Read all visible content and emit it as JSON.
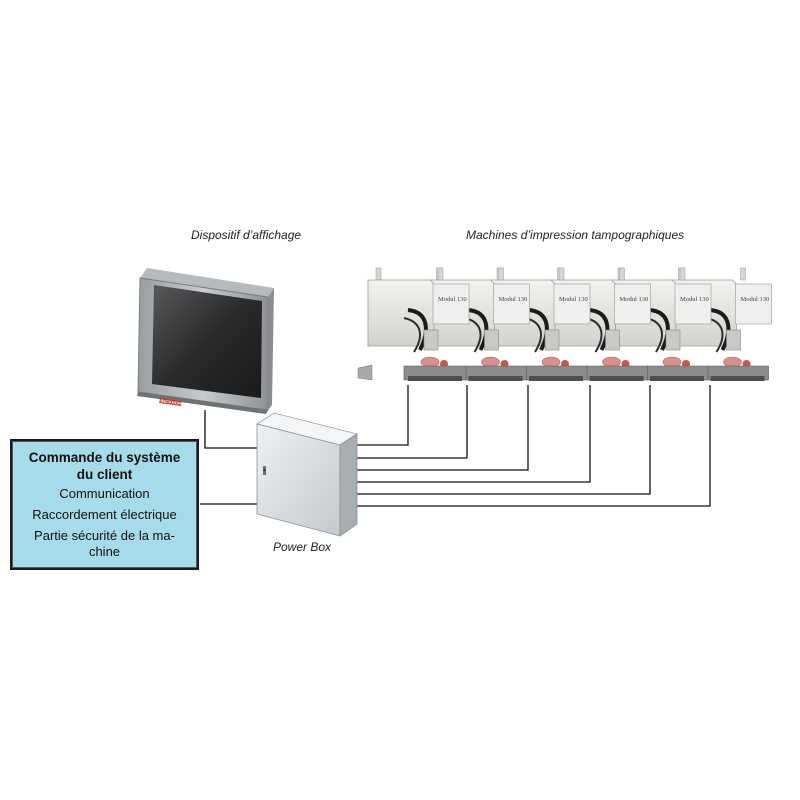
{
  "captions": {
    "display": "Dispositif d’affichage",
    "machines": "Machines d’impression tampographiques",
    "power_box": "Power Box"
  },
  "client_box": {
    "title": "Commande du système du client",
    "lines": [
      "Communication",
      "Raccordement électrique",
      "Partie sécurité de la ma-chine"
    ]
  },
  "display_brand": "BECKHOFF",
  "machine_label": "Modul 130",
  "machine_count": 6,
  "colors": {
    "client_box_fill": "#a6dcea",
    "line": "#111111",
    "cabinet": "#d9dde0",
    "machine_body": "#e8e8e6",
    "brand_red": "#c0392b"
  }
}
